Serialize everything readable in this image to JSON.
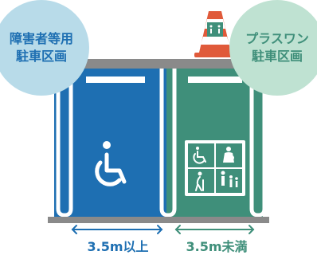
{
  "colors": {
    "accessible_blue": "#1e6fb2",
    "family_green": "#3f8f7a",
    "bubble_blue": "#b8dbe9",
    "bubble_green": "#bfe2d2",
    "cone_orange": "#e05a3a",
    "roof_gray": "#8a8a8a"
  },
  "left_bubble": {
    "line1": "障害者等用",
    "line2": "駐車区画"
  },
  "right_bubble": {
    "line1": "プラスワン",
    "line2": "駐車区画"
  },
  "widths": {
    "left": "3.5m以上",
    "right": "3.5m未満"
  },
  "icons": {
    "accessible_space": "wheelchair-icon",
    "cone": "traffic-cone-icon",
    "plus_one_panel": [
      "wheelchair-icon",
      "pregnant-woman-icon",
      "elderly-person-icon",
      "parent-with-children-icon"
    ]
  }
}
